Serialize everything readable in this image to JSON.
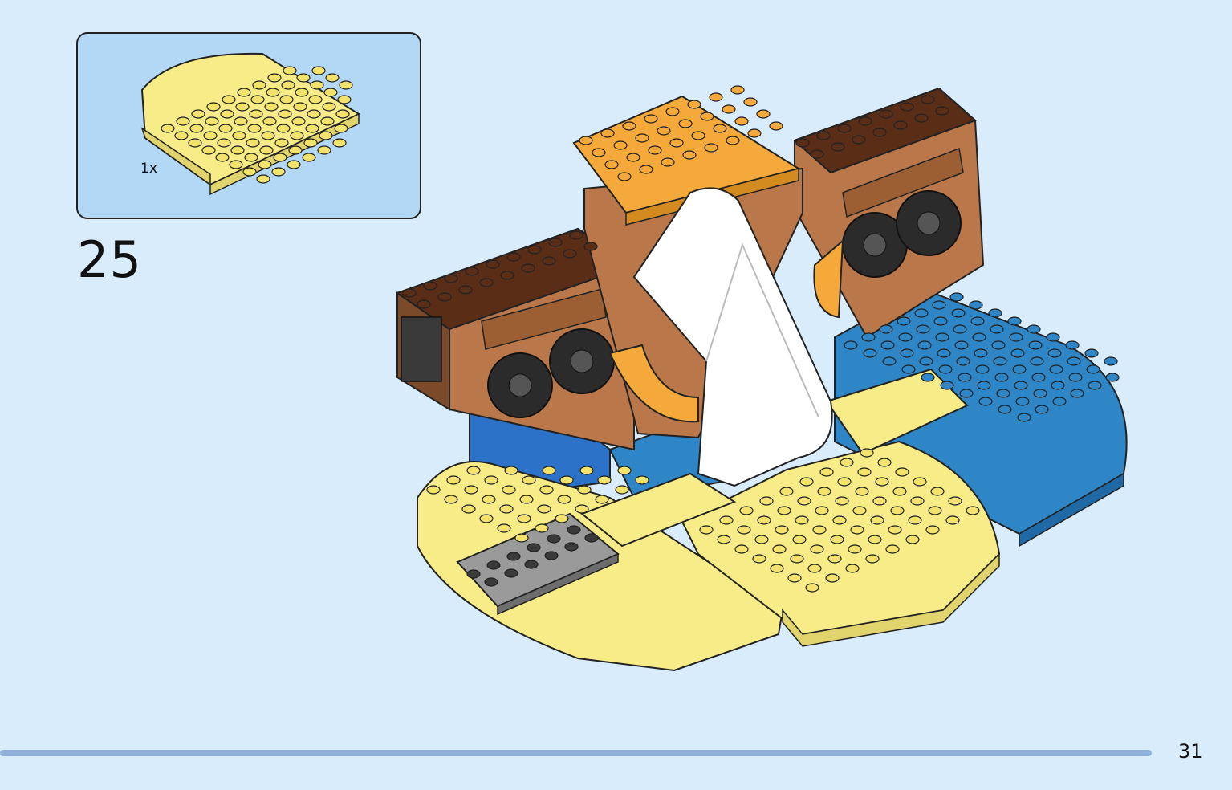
{
  "callout": {
    "quantity": "1x",
    "part_icon": "yellow-round-plate-icon"
  },
  "step": {
    "number": "25"
  },
  "page": {
    "number": "31"
  },
  "progress": {
    "fraction": 1.0
  },
  "colors": {
    "background": "#d8ecfb",
    "callout_bg": "#b3d8f6",
    "yellow": "#f8ec88",
    "blue": "#2f86c6",
    "brown": "#b9774a",
    "dark_brown": "#5a2e16",
    "orange": "#f4a93a",
    "gray": "#9a9a9a",
    "progress": "#8fb1dc"
  }
}
